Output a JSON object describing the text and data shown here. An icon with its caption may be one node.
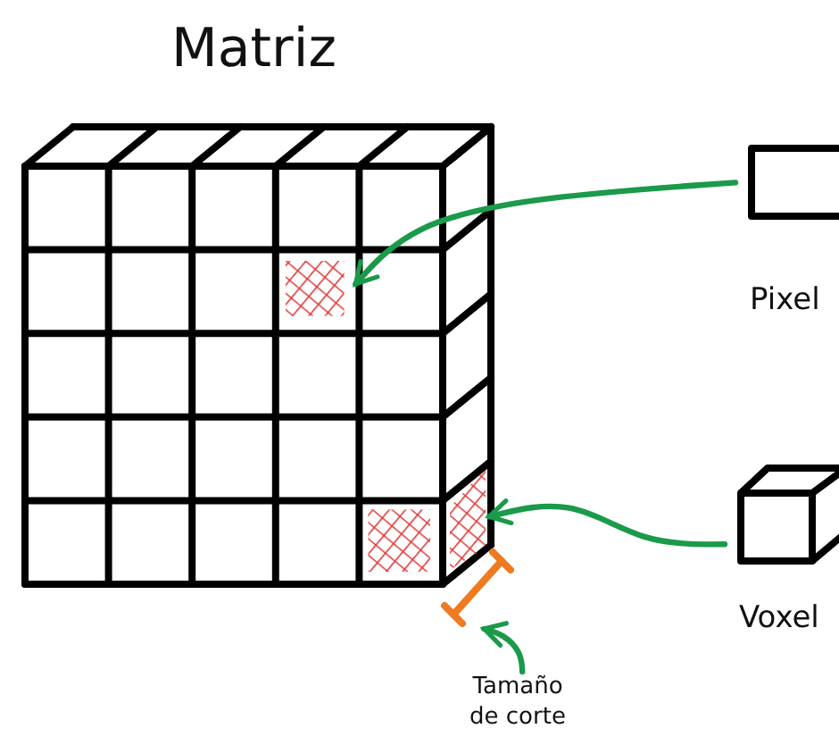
{
  "diagram": {
    "title": "Matriz",
    "nodes": [
      {
        "text": [],
        "shape": "box"
      },
      {
        "text": [],
        "shape": "box"
      },
      {
        "text": [
          "Pixel"
        ]
      },
      {
        "text": [
          "Voxel"
        ]
      },
      {
        "text": [],
        "shape": "bar"
      },
      {
        "text": [
          "Tamaño de corte"
        ]
      }
    ],
    "edges": [
      {
        "from": 2,
        "to": 0,
        "arrow": "to"
      },
      {
        "from": 3,
        "to": 1,
        "arrow": "to"
      },
      {
        "from": 5,
        "to": 4,
        "arrow": "to"
      }
    ]
  }
}
